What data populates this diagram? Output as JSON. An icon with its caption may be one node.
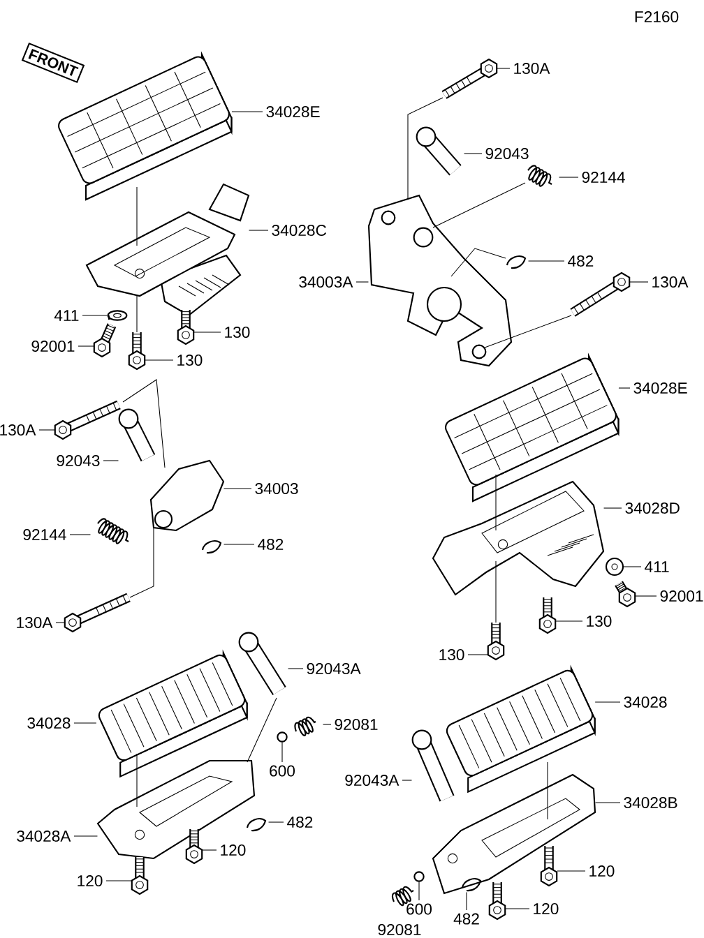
{
  "diagram": {
    "nodes": [
      {
        "text": [
          "130A"
        ]
      },
      {
        "text": [
          "34028E"
        ]
      },
      {
        "text": [
          "92043"
        ]
      },
      {
        "text": [
          "92144"
        ]
      },
      {
        "text": [
          "34028C"
        ]
      },
      {
        "text": [
          "482"
        ]
      },
      {
        "text": [
          "34003A"
        ]
      },
      {
        "text": [
          "130A"
        ]
      },
      {
        "text": [
          "411"
        ]
      },
      {
        "text": [
          "130"
        ]
      },
      {
        "text": [
          "92001"
        ]
      },
      {
        "text": [
          "130"
        ]
      },
      {
        "text": [
          "34028E"
        ]
      },
      {
        "text": [
          "130A"
        ]
      },
      {
        "text": [
          "92043"
        ]
      },
      {
        "text": [
          "34003"
        ]
      },
      {
        "text": [
          "34028D"
        ]
      },
      {
        "text": [
          "92144"
        ]
      },
      {
        "text": [
          "482"
        ]
      },
      {
        "text": [
          "411"
        ]
      },
      {
        "text": [
          "92001"
        ]
      },
      {
        "text": [
          "130"
        ]
      },
      {
        "text": [
          "130A"
        ]
      },
      {
        "text": [
          "130"
        ]
      },
      {
        "text": [
          "92043A"
        ]
      },
      {
        "text": [
          "34028"
        ]
      },
      {
        "text": [
          "34028"
        ]
      },
      {
        "text": [
          "92081"
        ]
      },
      {
        "text": [
          "600"
        ]
      },
      {
        "text": [
          "92043A"
        ]
      },
      {
        "text": [
          "34028B"
        ]
      },
      {
        "text": [
          "482"
        ]
      },
      {
        "text": [
          "34028A"
        ]
      },
      {
        "text": [
          "120"
        ]
      },
      {
        "text": [
          "120"
        ]
      },
      {
        "text": [
          "120"
        ]
      },
      {
        "text": [
          "600"
        ]
      },
      {
        "text": [
          "120"
        ]
      },
      {
        "text": [
          "482"
        ]
      },
      {
        "text": [],
        "shape": "picture"
      },
      {
        "text": [],
        "shape": "picture"
      },
      {
        "text": [],
        "shape": "picture"
      },
      {
        "text": [],
        "shape": "picture"
      },
      {
        "text": [],
        "shape": "picture"
      },
      {
        "text": [],
        "shape": "picture"
      },
      {
        "text": [],
        "shape": "picture"
      },
      {
        "text": [],
        "shape": "picture"
      },
      {
        "text": [],
        "shape": "picture"
      },
      {
        "text": [],
        "shape": "picture"
      },
      {
        "text": [],
        "shape": "picture"
      },
      {
        "text": [],
        "shape": "picture"
      },
      {
        "text": [],
        "shape": "picture"
      },
      {
        "text": [],
        "shape": "picture"
      },
      {
        "text": [],
        "shape": "picture"
      },
      {
        "text": [],
        "shape": "picture"
      },
      {
        "text": [],
        "shape": "picture"
      },
      {
        "text": [],
        "shape": "picture"
      },
      {
        "text": [],
        "shape": "picture"
      },
      {
        "text": [],
        "shape": "picture"
      },
      {
        "text": [],
        "shape": "picture"
      },
      {
        "text": [],
        "shape": "picture"
      },
      {
        "text": [],
        "shape": "picture"
      },
      {
        "text": [],
        "shape": "picture"
      },
      {
        "text": [],
        "shape": "picture"
      },
      {
        "text": [],
        "shape": "picture"
      },
      {
        "text": [],
        "shape": "picture"
      },
      {
        "text": [],
        "shape": "picture"
      },
      {
        "text": [],
        "shape": "circle"
      },
      {
        "text": [],
        "shape": "picture"
      },
      {
        "text": [],
        "shape": "picture"
      },
      {
        "text": [],
        "shape": "picture"
      },
      {
        "text": [],
        "shape": "picture"
      },
      {
        "text": [],
        "shape": "picture"
      },
      {
        "text": [],
        "shape": "picture"
      },
      {
        "text": [],
        "shape": "picture"
      },
      {
        "text": [],
        "shape": "circle"
      },
      {
        "text": [],
        "shape": "picture"
      },
      {
        "text": [],
        "shape": "picture"
      }
    ],
    "edges": [
      {
        "from": 0,
        "to": 39,
        "arrow": "none"
      },
      {
        "from": 1,
        "to": 40,
        "arrow": "none"
      },
      {
        "from": 2,
        "to": 41,
        "arrow": "none"
      },
      {
        "from": 3,
        "to": 42,
        "arrow": "none"
      },
      {
        "from": 4,
        "to": 43,
        "arrow": "none"
      },
      {
        "from": 5,
        "to": 44,
        "arrow": "none"
      },
      {
        "from": 6,
        "to": 45,
        "arrow": "none"
      },
      {
        "from": 7,
        "to": 46,
        "arrow": "none"
      },
      {
        "from": 8,
        "to": 47,
        "arrow": "none"
      },
      {
        "from": 9,
        "to": 48,
        "arrow": "none"
      },
      {
        "from": 10,
        "to": 49,
        "arrow": "none"
      },
      {
        "from": 11,
        "to": 50,
        "arrow": "none"
      },
      {
        "from": 12,
        "to": 51,
        "arrow": "none"
      },
      {
        "from": 13,
        "to": 52,
        "arrow": "none"
      },
      {
        "from": 14,
        "to": 53,
        "arrow": "none"
      },
      {
        "from": 15,
        "to": 54,
        "arrow": "none"
      },
      {
        "from": 16,
        "to": 55,
        "arrow": "none"
      },
      {
        "from": 17,
        "to": 56,
        "arrow": "none"
      },
      {
        "from": 18,
        "to": 57,
        "arrow": "none"
      },
      {
        "from": 19,
        "to": 58,
        "arrow": "none"
      },
      {
        "from": 20,
        "to": 59,
        "arrow": "none"
      },
      {
        "from": 21,
        "to": 60,
        "arrow": "none"
      },
      {
        "from": 22,
        "to": 61,
        "arrow": "none"
      },
      {
        "from": 23,
        "to": 62,
        "arrow": "none"
      },
      {
        "from": 24,
        "to": 63,
        "arrow": "none"
      },
      {
        "from": 25,
        "to": 64,
        "arrow": "none"
      },
      {
        "from": 26,
        "to": 65,
        "arrow": "none"
      },
      {
        "from": 27,
        "to": 66,
        "arrow": "none"
      },
      {
        "from": 28,
        "to": 67,
        "arrow": "none"
      },
      {
        "from": 29,
        "to": 68,
        "arrow": "none"
      },
      {
        "from": 30,
        "to": 69,
        "arrow": "none"
      },
      {
        "from": 31,
        "to": 70,
        "arrow": "none"
      },
      {
        "from": 32,
        "to": 71,
        "arrow": "none"
      },
      {
        "from": 33,
        "to": 72,
        "arrow": "none"
      },
      {
        "from": 34,
        "to": 73,
        "arrow": "none"
      },
      {
        "from": 35,
        "to": 74,
        "arrow": "none"
      },
      {
        "from": 36,
        "to": 75,
        "arrow": "none"
      },
      {
        "from": 37,
        "to": 76,
        "arrow": "none"
      },
      {
        "from": 38,
        "to": 77,
        "arrow": "none"
      },
      {
        "from": 40,
        "to": 43,
        "arrow": "none"
      },
      {
        "from": 43,
        "to": 50,
        "arrow": "none"
      },
      {
        "from": 39,
        "to": 45,
        "arrow": "none"
      },
      {
        "from": 42,
        "to": 45,
        "arrow": "none"
      },
      {
        "from": 44,
        "to": 45,
        "arrow": "none"
      },
      {
        "from": 46,
        "to": 45,
        "arrow": "none"
      },
      {
        "from": 51,
        "to": 55,
        "arrow": "none"
      },
      {
        "from": 55,
        "to": 62,
        "arrow": "none"
      },
      {
        "from": 52,
        "to": 54,
        "arrow": "none"
      },
      {
        "from": 61,
        "to": 54,
        "arrow": "none"
      },
      {
        "from": 65,
        "to": 71,
        "arrow": "none"
      },
      {
        "from": 63,
        "to": 71,
        "arrow": "none"
      },
      {
        "from": 64,
        "to": 69,
        "arrow": "none"
      }
    ],
    "labels": [
      "F2160",
      "FRONT",
      "92081"
    ]
  }
}
